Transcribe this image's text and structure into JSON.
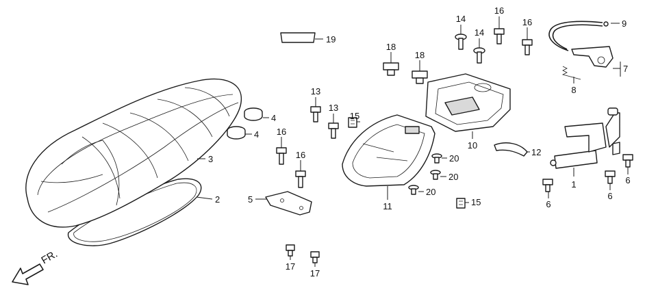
{
  "callouts": {
    "c1": "1",
    "c2": "2",
    "c3": "3",
    "c4a": "4",
    "c4b": "4",
    "c5": "5",
    "c6a": "6",
    "c6b": "6",
    "c6c": "6",
    "c7": "7",
    "c8": "8",
    "c9": "9",
    "c10": "10",
    "c11": "11",
    "c12": "12",
    "c13a": "13",
    "c13b": "13",
    "c14a": "14",
    "c14b": "14",
    "c15a": "15",
    "c15b": "15",
    "c16a": "16",
    "c16b": "16",
    "c16c": "16",
    "c16d": "16",
    "c17a": "17",
    "c17b": "17",
    "c18a": "18",
    "c18b": "18",
    "c19": "19",
    "c20a": "20",
    "c20b": "20",
    "c20c": "20"
  },
  "direction_label": "FR."
}
